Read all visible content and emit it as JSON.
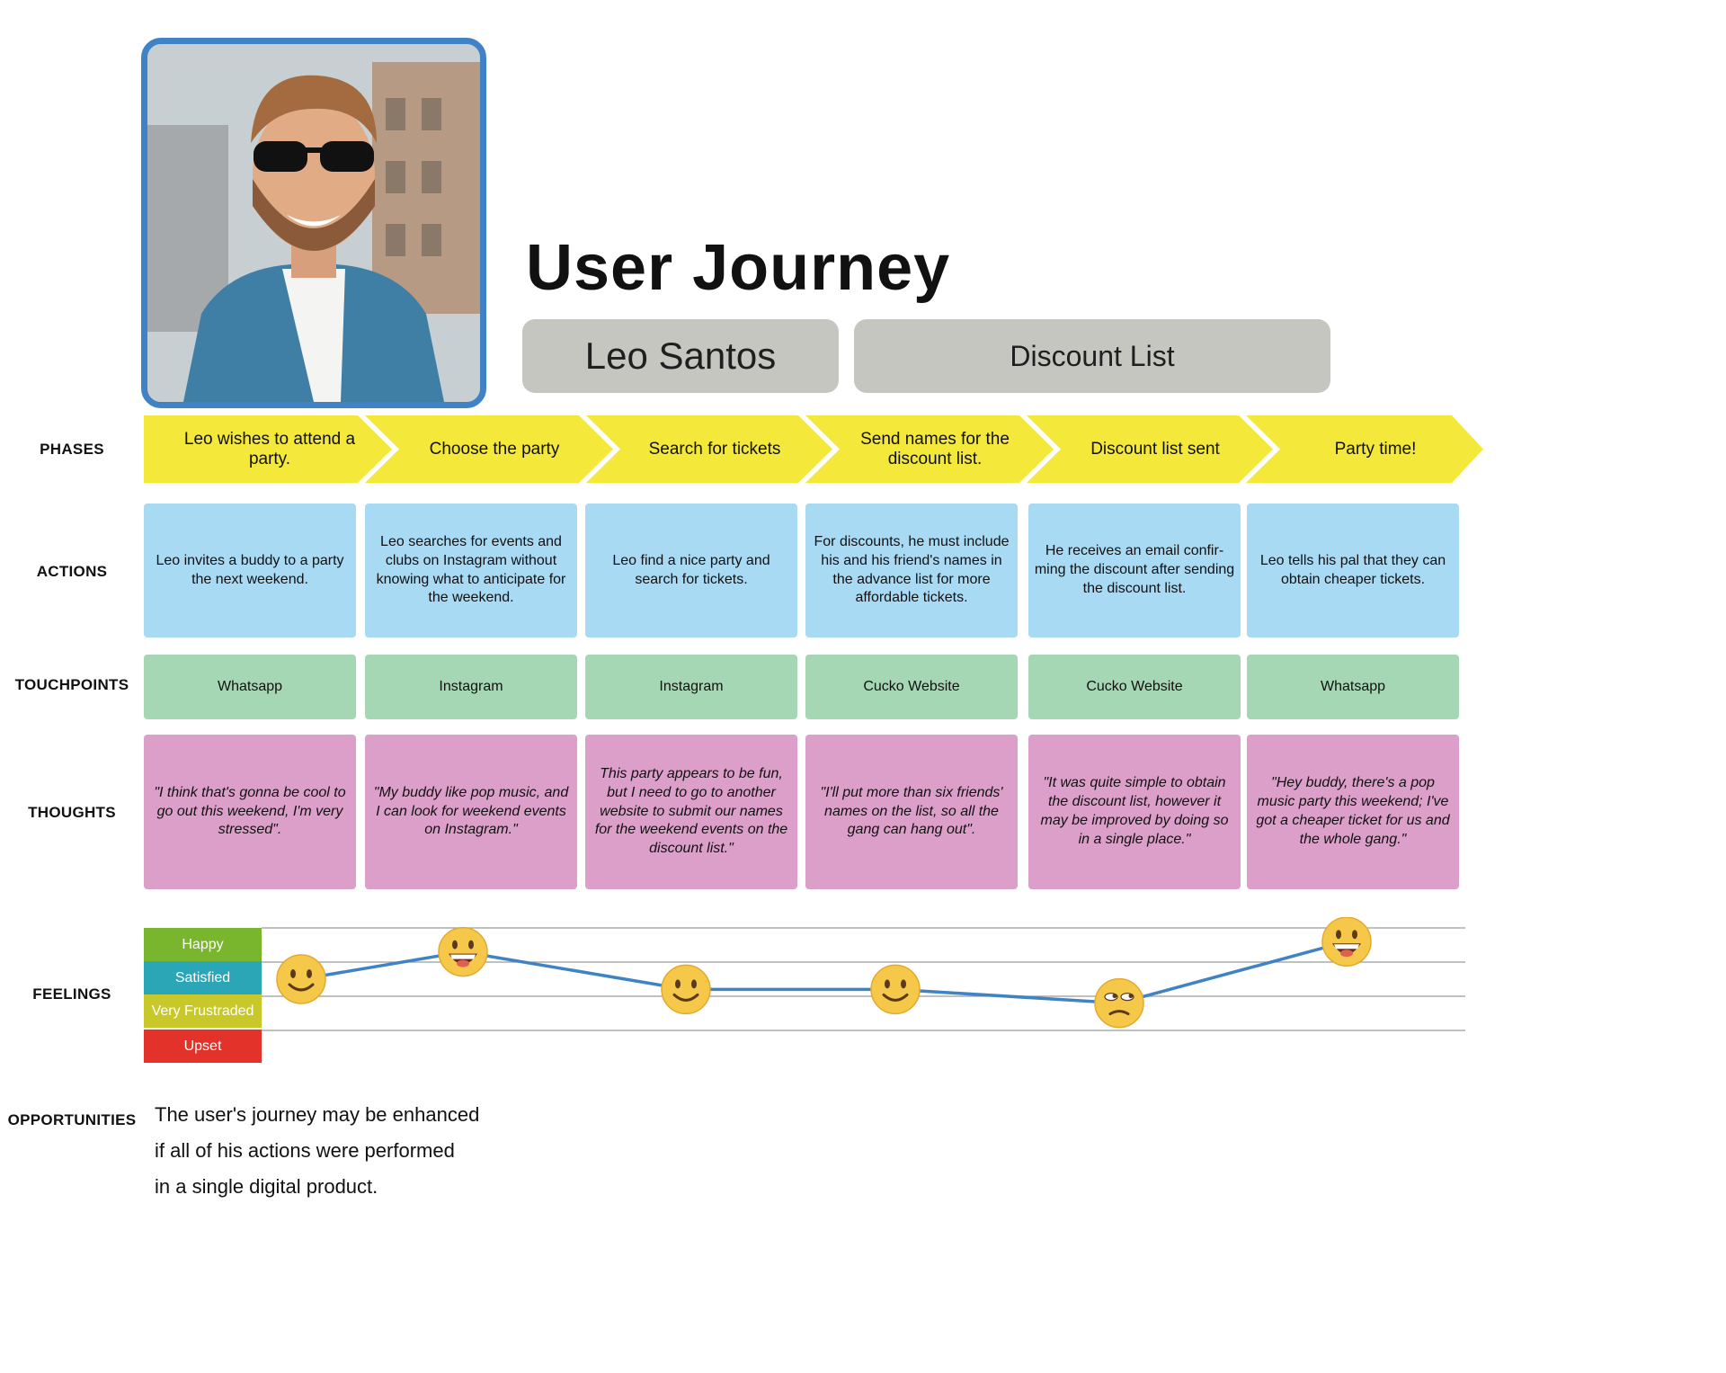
{
  "title": "User Journey",
  "persona_name": "Leo Santos",
  "scenario": "Discount List",
  "row_labels": {
    "phases": "PHASES",
    "actions": "ACTIONS",
    "touchpoints": "TOUCHPOINTS",
    "thoughts": "THOUGHTS",
    "feelings": "FEELINGS",
    "opportunities": "OPPORTUNITIES"
  },
  "phases": [
    "Leo wishes to attend a party.",
    "Choose the party",
    "Search for tickets",
    "Send names for the discount list.",
    "Discount list sent",
    "Party time!"
  ],
  "actions": [
    "Leo invites a buddy to a party the next weekend.",
    "Leo searches for events and clubs on Instagram without knowing what to anticipate for the weekend.",
    "Leo find a nice party and search for tickets.",
    "For discounts, he must include his and his friend's names in the advance list for more affordable tickets.",
    "He receives an email confir-ming the discount after sending the discount list.",
    "Leo tells his pal that they can obtain cheaper tickets."
  ],
  "touchpoints": [
    "Whatsapp",
    "Instagram",
    "Instagram",
    "Cucko Website",
    "Cucko Website",
    "Whatsapp"
  ],
  "thoughts": [
    "\"I think that's gonna be cool to go out this weekend, I'm very stressed\".",
    "\"My buddy like pop music, and I can look for weekend events on Instagram.\"",
    "This party appears to be fun, but I need to go to another website to submit our names for the weekend events on the discount list.\"",
    "\"I'll put more than six friends' names on the list, so all the gang can hang out\".",
    "\"It was quite simple to obtain the discount list, however it may be improved by doing so in a single place.\"",
    "\"Hey buddy, there's a pop music party this weekend; I've got a cheaper ticket for us and the whole gang.\""
  ],
  "feelings": {
    "levels": [
      {
        "label": "Happy",
        "color": "#7ab52e"
      },
      {
        "label": "Satisfied",
        "color": "#2aa6b6"
      },
      {
        "label": "Very Frustraded",
        "color": "#c8c82a"
      },
      {
        "label": "Upset",
        "color": "#e2322a"
      }
    ],
    "points": [
      {
        "level": 2.5,
        "emoji": "smile"
      },
      {
        "level": 3.3,
        "emoji": "grin"
      },
      {
        "level": 2.2,
        "emoji": "smile"
      },
      {
        "level": 2.2,
        "emoji": "smile"
      },
      {
        "level": 1.8,
        "emoji": "unamused"
      },
      {
        "level": 3.6,
        "emoji": "grin"
      }
    ],
    "line_color": "#3f83c6"
  },
  "opportunity_lines": [
    "The user's journey may be enhanced",
    "if all of his actions were performed",
    "in a single digital product."
  ],
  "colors": {
    "phase": "#f4e93a",
    "action": "#a8daf4",
    "touchpoint": "#a6d7b5",
    "thought": "#dc9fca",
    "pill": "#c6c6c1",
    "photo_border": "#3f83c6"
  }
}
